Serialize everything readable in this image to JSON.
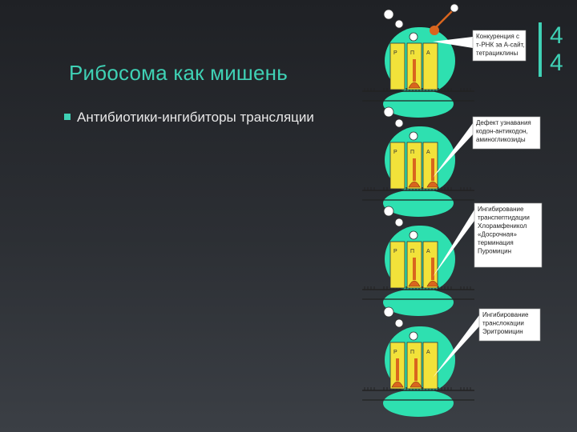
{
  "slide": {
    "title": "Рибосома как мишень",
    "bullet": "Антибиотики-ингибиторы трансляции",
    "page_number": "4\n4"
  },
  "colors": {
    "accent": "#3fd1b5",
    "ribosome": "#2ee0b0",
    "site_fill": "#f2e23a",
    "trna": "#d9651e",
    "callout": "#ffffff"
  },
  "panels": [
    {
      "callout": [
        "Конкуренция с",
        "т-РНК за А-сайт,",
        "тетрациклины"
      ],
      "sites": [
        "P",
        "П",
        "A"
      ]
    },
    {
      "callout": [
        "Дефект узнавания",
        "кодон-антикодон,",
        "аминогликозиды"
      ],
      "sites": [
        "P",
        "П",
        "A"
      ]
    },
    {
      "callout": [
        "Ингибирование",
        "транспептидации",
        "Хлорамфеникол",
        "«Досрочная»",
        "терминация",
        "Пуромицин"
      ],
      "sites": [
        "P",
        "П",
        "A"
      ]
    },
    {
      "callout": [
        "Ингибирование",
        "транслокации",
        "Эритромицин"
      ],
      "sites": [
        "P",
        "П",
        "A"
      ]
    }
  ]
}
